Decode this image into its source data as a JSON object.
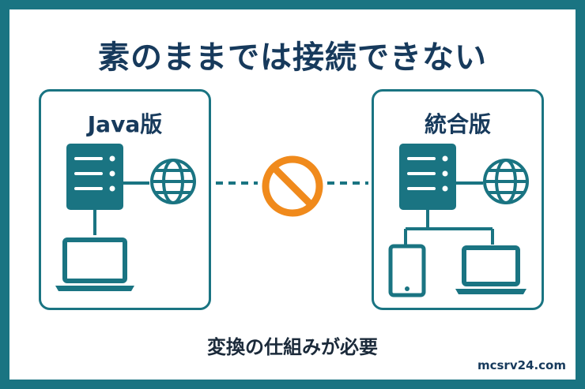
{
  "title": "素のままでは接続できない",
  "left_panel": {
    "label": "Java版",
    "icons": [
      "server-icon",
      "globe-icon",
      "laptop-icon"
    ]
  },
  "right_panel": {
    "label": "統合版",
    "icons": [
      "server-icon",
      "globe-icon",
      "tablet-icon",
      "laptop-icon"
    ]
  },
  "connector_icon": "prohibited-icon",
  "subtitle": "変換の仕組みが必要",
  "site": "mcsrv24.com",
  "colors": {
    "frame": "#1a7482",
    "icon": "#1a7482",
    "title": "#173a5c",
    "prohibit": "#f08a1c"
  }
}
